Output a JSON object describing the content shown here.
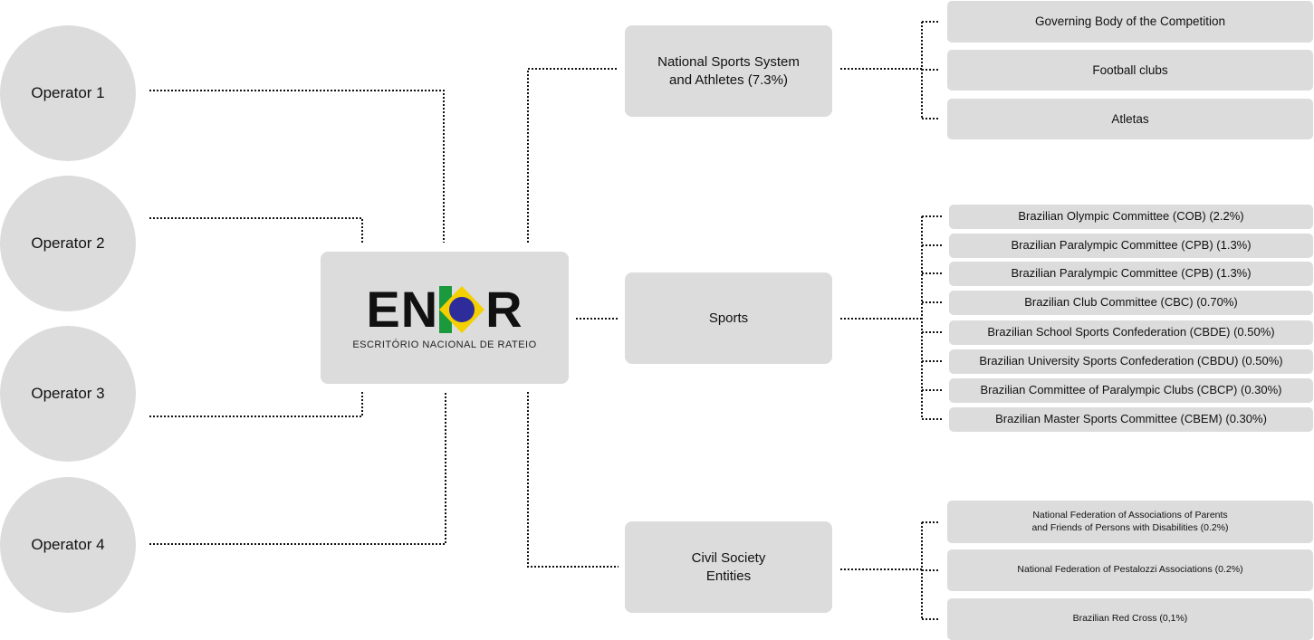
{
  "operators": [
    "Operator 1",
    "Operator 2",
    "Operator 3",
    "Operator 4"
  ],
  "center": {
    "logo_letters_left": "EN",
    "logo_letters_right": "R",
    "subtitle": "ESCRITÓRIO NACIONAL DE RATEIO",
    "colors": {
      "green": "#1a9a3c",
      "yellow": "#f5d000",
      "blue": "#2e2c9a"
    }
  },
  "categories": {
    "national": {
      "label_line1": "National Sports System",
      "label_line2": "and Athletes (7.3%)",
      "items": [
        "Governing Body of the Competition",
        "Football clubs",
        "Atletas"
      ]
    },
    "sports": {
      "label": "Sports",
      "items": [
        "Brazilian Olympic Committee (COB) (2.2%)",
        "Brazilian Paralympic Committee (CPB) (1.3%)",
        "Brazilian Paralympic Committee (CPB) (1.3%)",
        "Brazilian Club Committee (CBC) (0.70%)",
        "Brazilian School Sports Confederation (CBDE) (0.50%)",
        "Brazilian University Sports Confederation (CBDU) (0.50%)",
        "Brazilian Committee of Paralympic Clubs (CBCP) (0.30%)",
        "Brazilian Master Sports Committee (CBEM) (0.30%)"
      ]
    },
    "civil": {
      "label_line1": "Civil Society",
      "label_line2": "Entities",
      "items_first_line1": "National Federation of Associations of Parents",
      "items_first_line2": "and Friends of Persons with Disabilities (0.2%)",
      "items": [
        "National Federation of Pestalozzi Associations (0.2%)",
        "Brazilian Red Cross (0,1%)"
      ]
    }
  }
}
